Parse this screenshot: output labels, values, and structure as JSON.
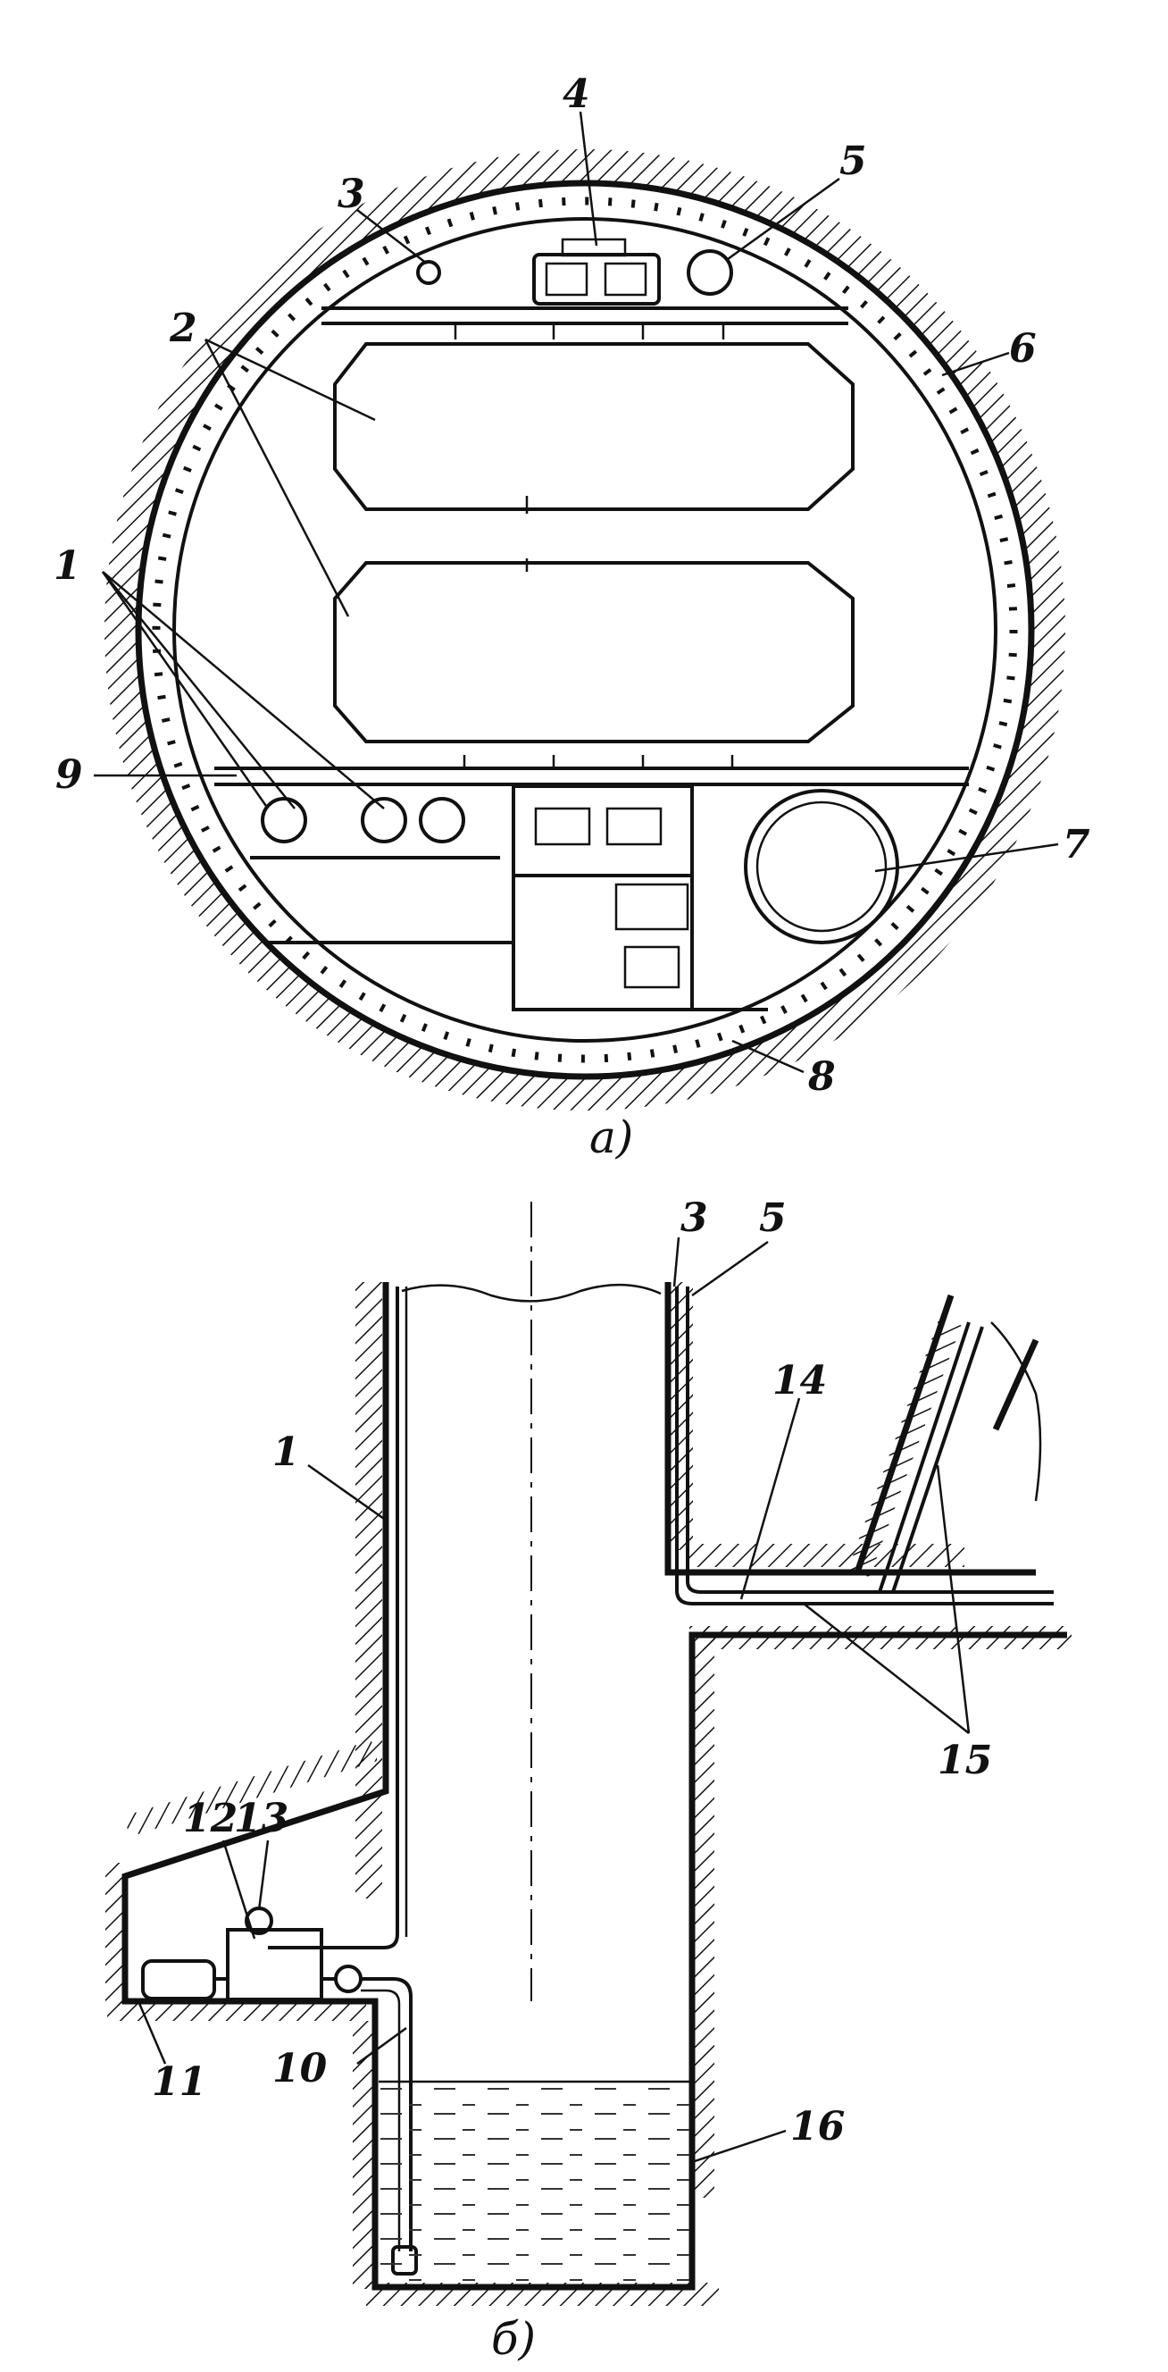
{
  "colors": {
    "ink": "#111111",
    "paper": "#ffffff"
  },
  "figure_a": {
    "caption": "а)",
    "labels": [
      "1",
      "2",
      "3",
      "4",
      "5",
      "6",
      "7",
      "8",
      "9"
    ]
  },
  "figure_b": {
    "caption": "б)",
    "labels": [
      "1",
      "3",
      "5",
      "10",
      "11",
      "12",
      "13",
      "14",
      "15",
      "16"
    ]
  }
}
